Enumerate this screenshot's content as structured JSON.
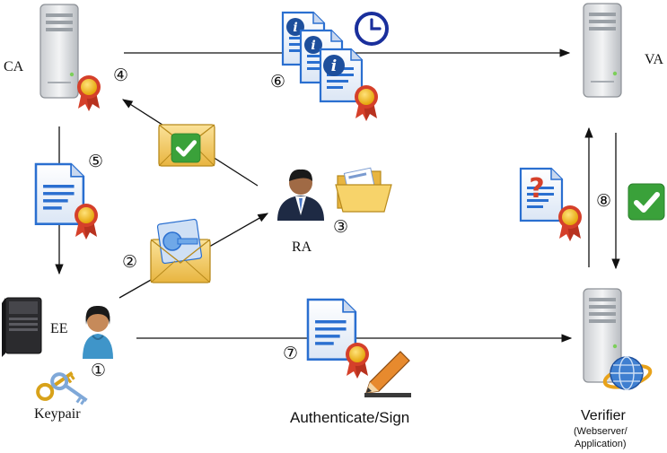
{
  "nodes": {
    "ca": {
      "label": "CA"
    },
    "va": {
      "label": "VA"
    },
    "ra": {
      "label": "RA"
    },
    "ee": {
      "label": "EE"
    },
    "keypair": {
      "label": "Keypair"
    },
    "verifier": {
      "label": "Verifier",
      "sublabel_1": "(Webserver/",
      "sublabel_2": "Application)"
    }
  },
  "actions": {
    "authenticate": "Authenticate/Sign"
  },
  "steps": [
    "①",
    "②",
    "③",
    "④",
    "⑤",
    "⑥",
    "⑦",
    "⑧"
  ],
  "icons": [
    "server-icon",
    "person-icon",
    "certificate-icon",
    "envelope-check-icon",
    "envelope-key-icon",
    "clock-icon",
    "folder-icon",
    "question-certificate-icon",
    "checkmark-icon",
    "keys-icon",
    "pencil-icon",
    "globe-icon",
    "tower-pc-icon"
  ],
  "colors": {
    "doc_blue": "#2a6fd0",
    "seal_red": "#d5402a",
    "seal_gold": "#f5b400",
    "check_green": "#3aa13a",
    "envelope": "#f2c14e"
  }
}
